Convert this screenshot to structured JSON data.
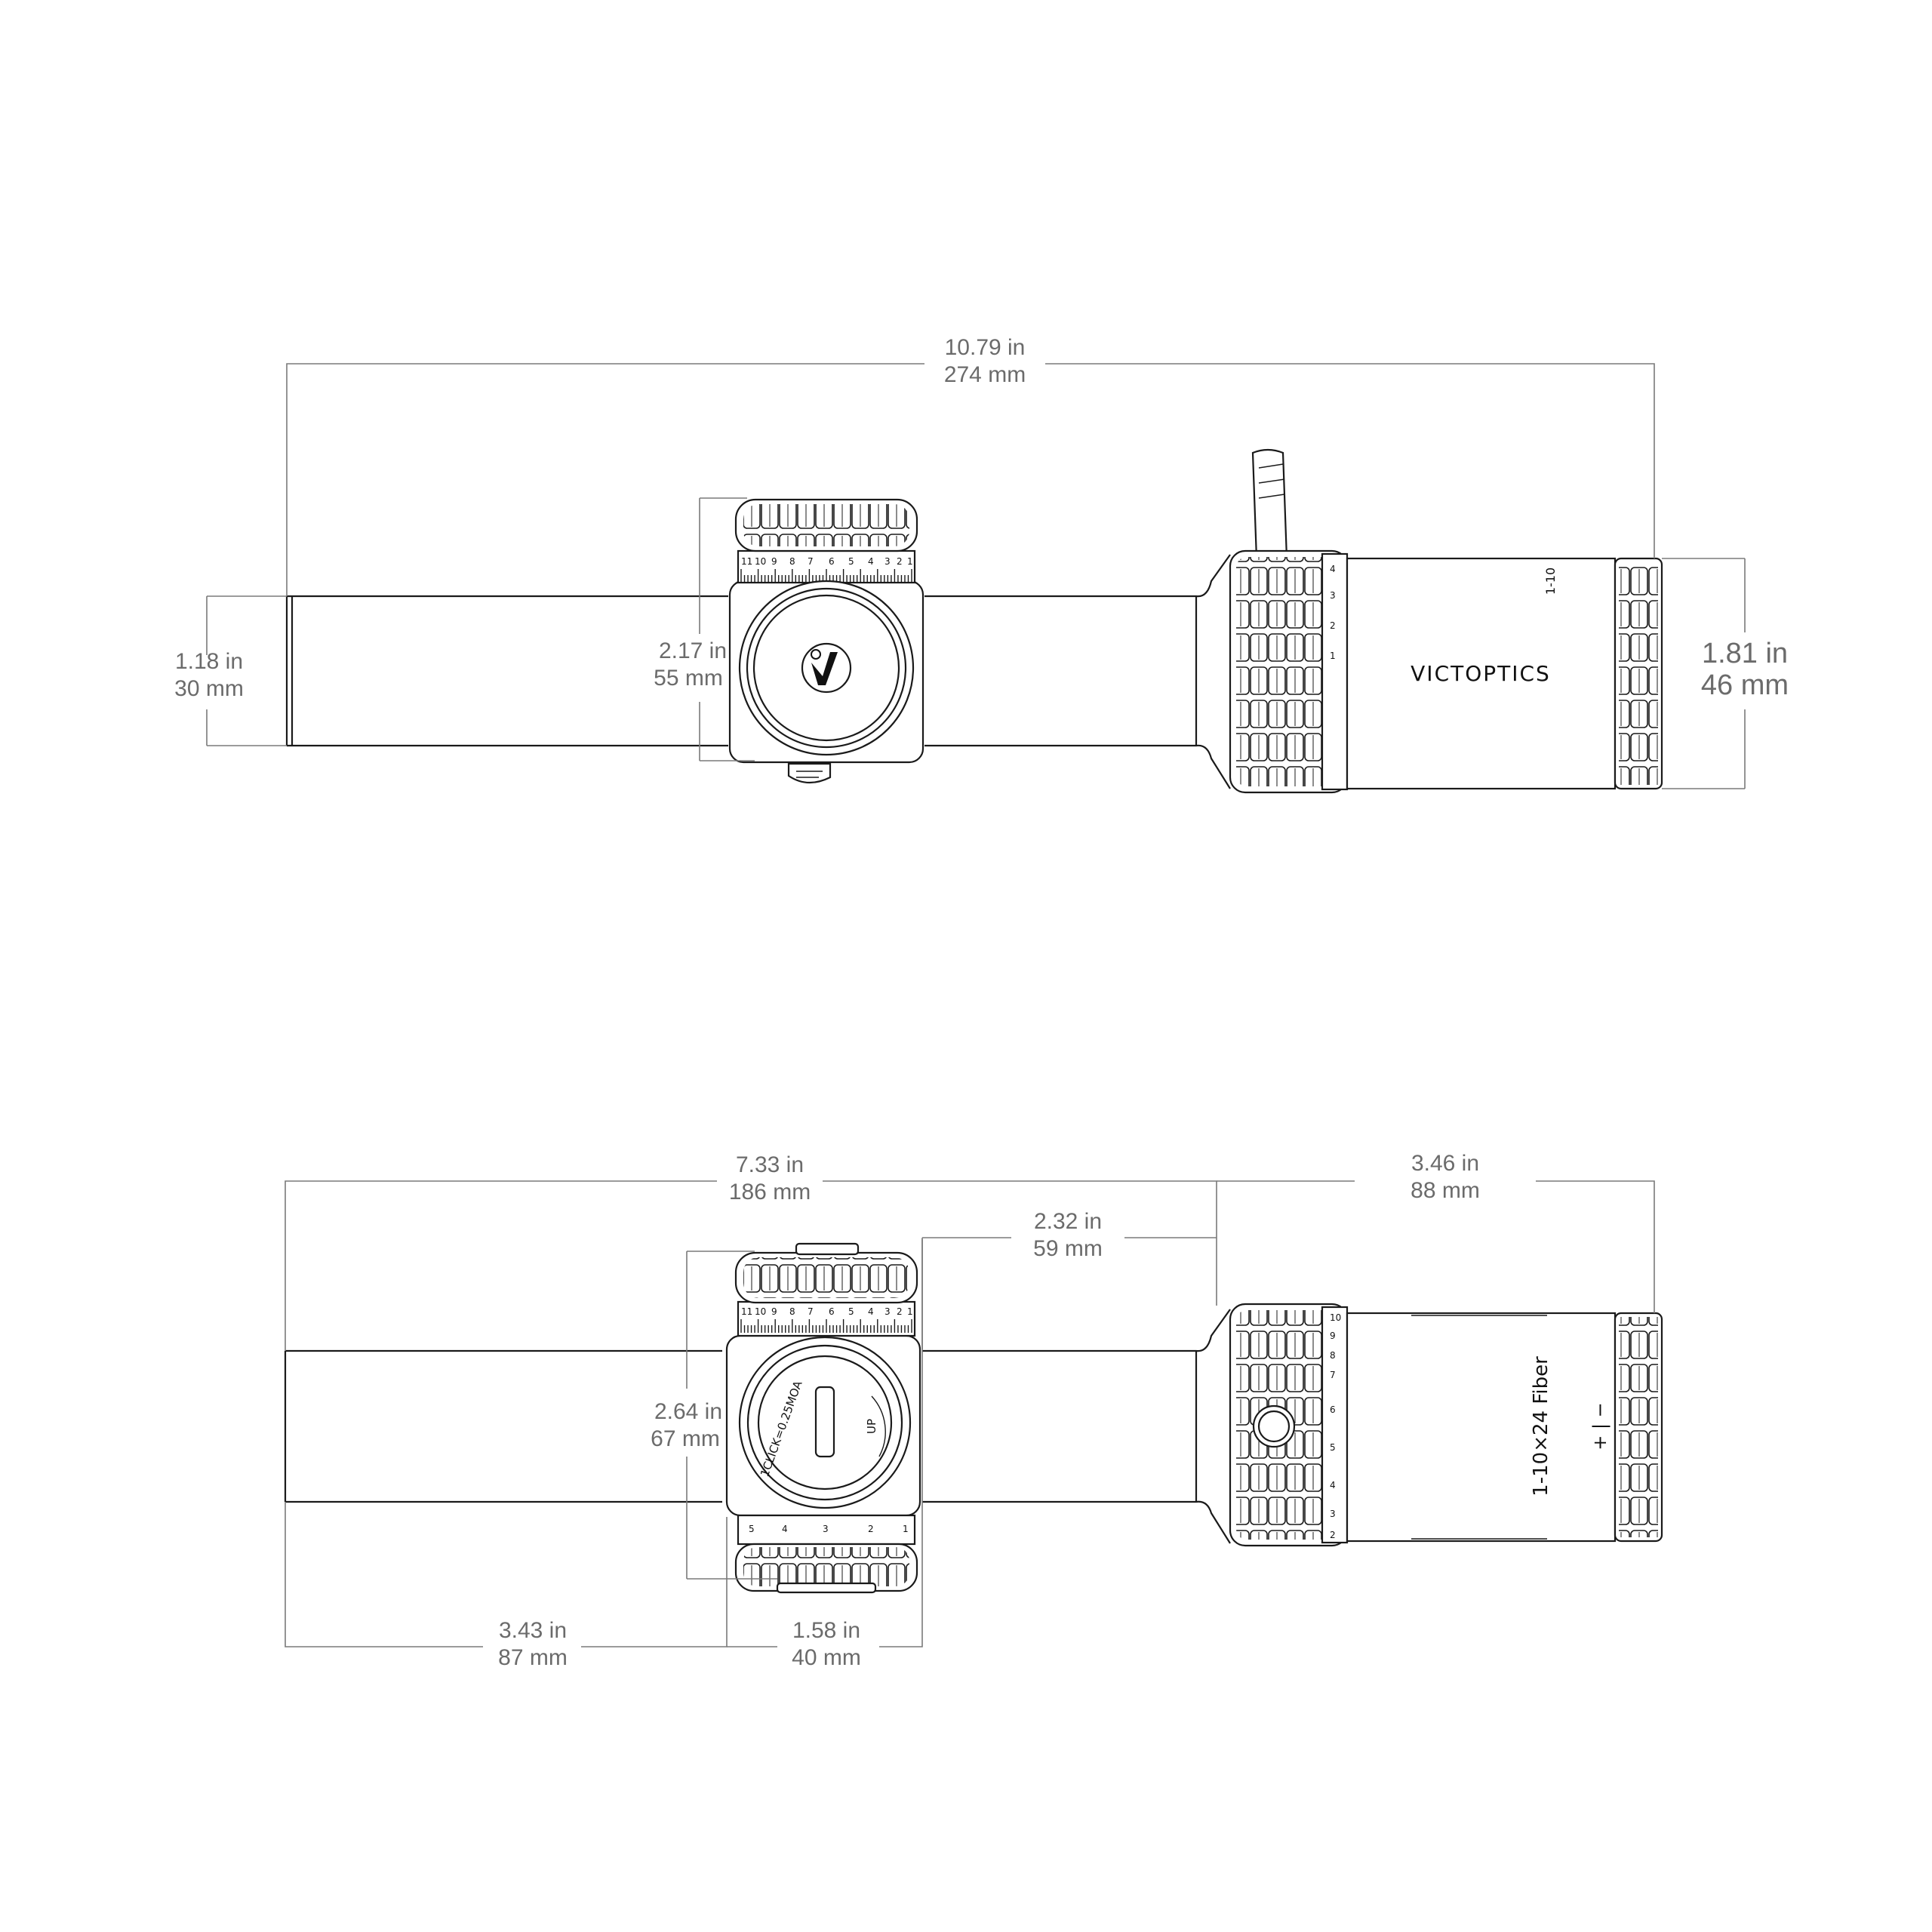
{
  "dimensions": {
    "overall_length": {
      "in": "10.79 in",
      "mm": "274 mm"
    },
    "tube_diameter": {
      "in": "1.18 in",
      "mm": "30 mm"
    },
    "turret_height_top": {
      "in": "2.17 in",
      "mm": "55 mm"
    },
    "objective_diameter": {
      "in": "1.81 in",
      "mm": "46 mm"
    },
    "front_to_eyepiece": {
      "in": "7.33 in",
      "mm": "186 mm"
    },
    "eyepiece_length": {
      "in": "3.46 in",
      "mm": "88 mm"
    },
    "turret_to_eyepiece": {
      "in": "2.32 in",
      "mm": "59 mm"
    },
    "turret_height_side": {
      "in": "2.64 in",
      "mm": "67 mm"
    },
    "front_to_turret": {
      "in": "3.43 in",
      "mm": "87 mm"
    },
    "turret_width": {
      "in": "1.58 in",
      "mm": "40 mm"
    }
  },
  "markings": {
    "brand": "VICTOPTICS",
    "model_top": "1-10",
    "model_side": "1-10×24 Fiber",
    "click_value": "1CLICK=0.25MOA",
    "up_label": "UP",
    "plus_minus": "+ | −",
    "turret_scale_top": [
      "11",
      "10",
      "9",
      "8",
      "7",
      "6",
      "5",
      "4",
      "3",
      "2",
      "1"
    ],
    "turret_scale_side_top": [
      "11",
      "10",
      "9",
      "8",
      "7",
      "6",
      "5",
      "4",
      "3",
      "2",
      "1"
    ],
    "turret_scale_side_bottom": [
      "5",
      "4",
      "3",
      "2",
      "1"
    ],
    "zoom_numbers_top": [
      "1",
      "2",
      "3",
      "4"
    ],
    "zoom_numbers_side": [
      "2",
      "3",
      "4",
      "5",
      "6",
      "7",
      "8",
      "9",
      "10"
    ]
  }
}
